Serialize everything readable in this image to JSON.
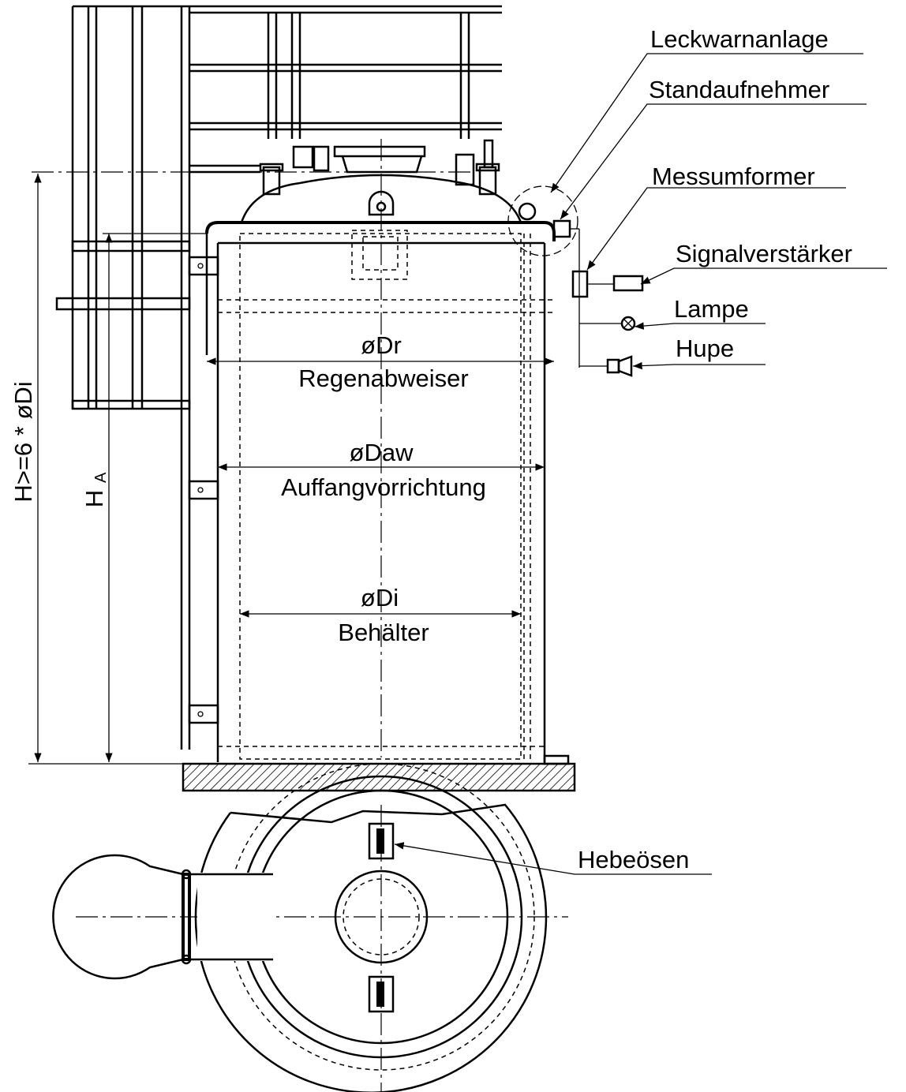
{
  "labels": {
    "leak_warning": "Leckwarnanlage",
    "level_sensor": "Standaufnehmer",
    "transducer": "Messumformer",
    "signal_amplifier": "Signalverstärker",
    "lamp": "Lampe",
    "horn": "Hupe",
    "dr_symbol": "øDr",
    "dr_name": "Regenabweiser",
    "daw_symbol": "øDaw",
    "daw_name": "Auffangvorrichtung",
    "di_symbol": "øDi",
    "di_name": "Behälter",
    "height_total": "H>=6 * øDi",
    "height_a": "H",
    "height_a_sub": "A",
    "lifting_eyes": "Hebeösen"
  }
}
